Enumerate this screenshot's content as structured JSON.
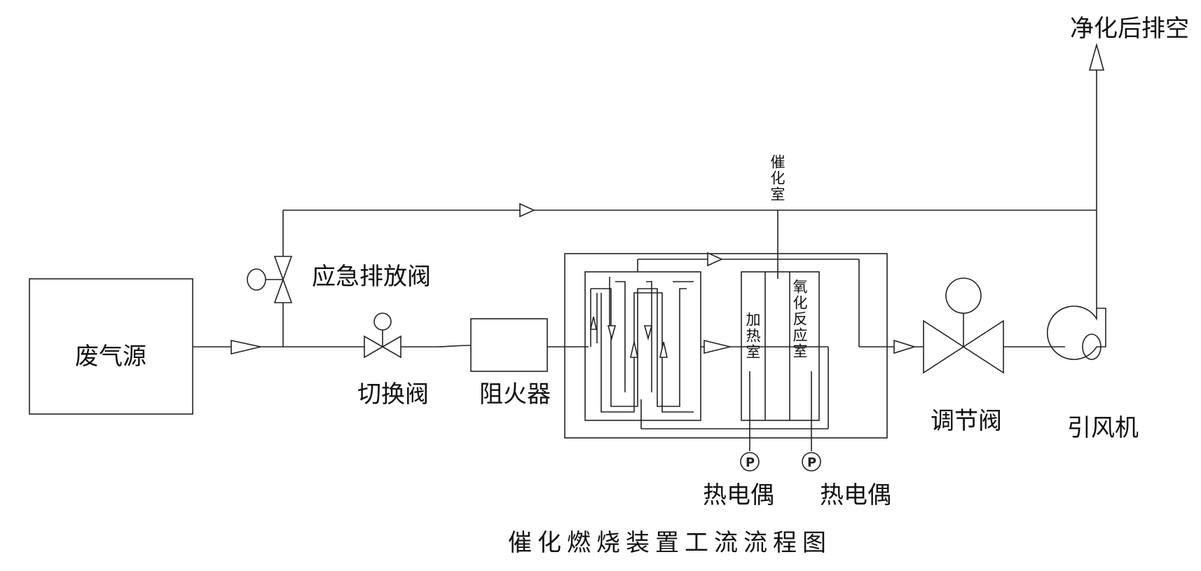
{
  "diagram": {
    "title": "催化燃烧装置工流流程图",
    "components": {
      "source": "废气源",
      "emergency_valve": "应急排放阀",
      "switch_valve": "切换阀",
      "flame_arrester": "阻火器",
      "catalytic_chamber": "催化室",
      "heating_chamber": "加热室",
      "oxidation_chamber": "氧化反应室",
      "thermocouple_1": "热电偶",
      "thermocouple_2": "热电偶",
      "regulating_valve": "调节阀",
      "fan": "引风机",
      "exhaust": "净化后排空"
    },
    "gauge_symbol": "P"
  }
}
